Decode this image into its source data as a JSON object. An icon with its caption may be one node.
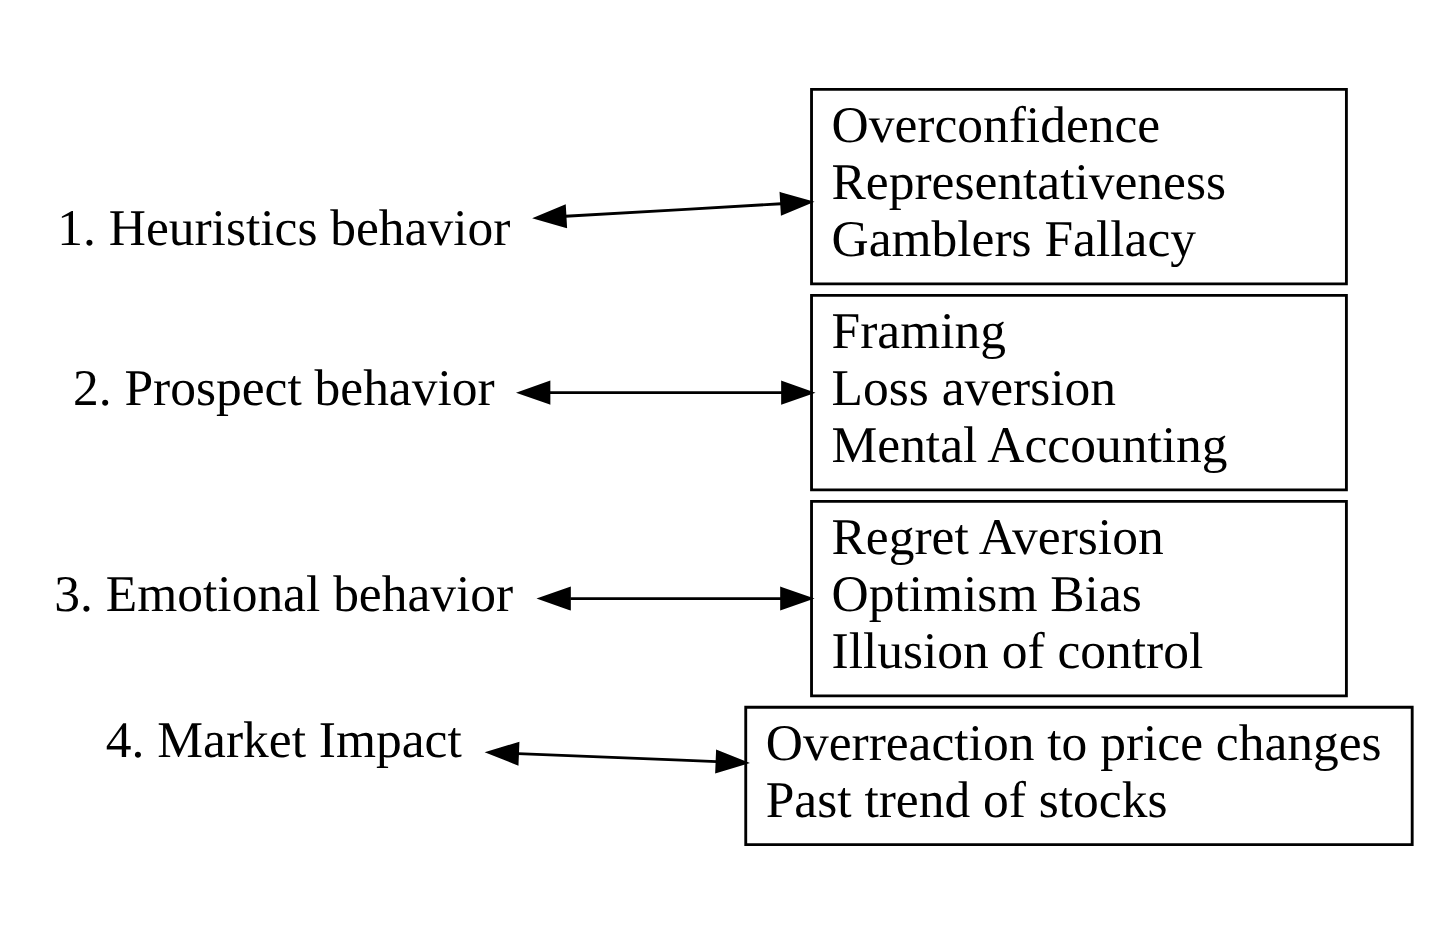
{
  "diagram": {
    "nodes": [
      {
        "text": [
          "1. Heuristics behavior"
        ]
      },
      {
        "text": [
          "Overconfidence",
          "Representativeness",
          "Gamblers Fallacy"
        ]
      },
      {
        "text": [
          "2. Prospect behavior"
        ]
      },
      {
        "text": [
          "Framing",
          "Loss aversion",
          "Mental Accounting"
        ]
      },
      {
        "text": [
          "3. Emotional behavior"
        ]
      },
      {
        "text": [
          "Regret Aversion",
          "Optimism Bias",
          "Illusion of control"
        ]
      },
      {
        "text": [
          "4. Market Impact"
        ]
      },
      {
        "text": [
          "Overreaction to price changes",
          "Past trend of stocks"
        ]
      }
    ],
    "edges": [
      {
        "from": 0,
        "to": 1,
        "arrow": "both"
      },
      {
        "from": 2,
        "to": 3,
        "arrow": "both"
      },
      {
        "from": 4,
        "to": 5,
        "arrow": "both"
      },
      {
        "from": 6,
        "to": 7,
        "arrow": "both"
      }
    ]
  }
}
